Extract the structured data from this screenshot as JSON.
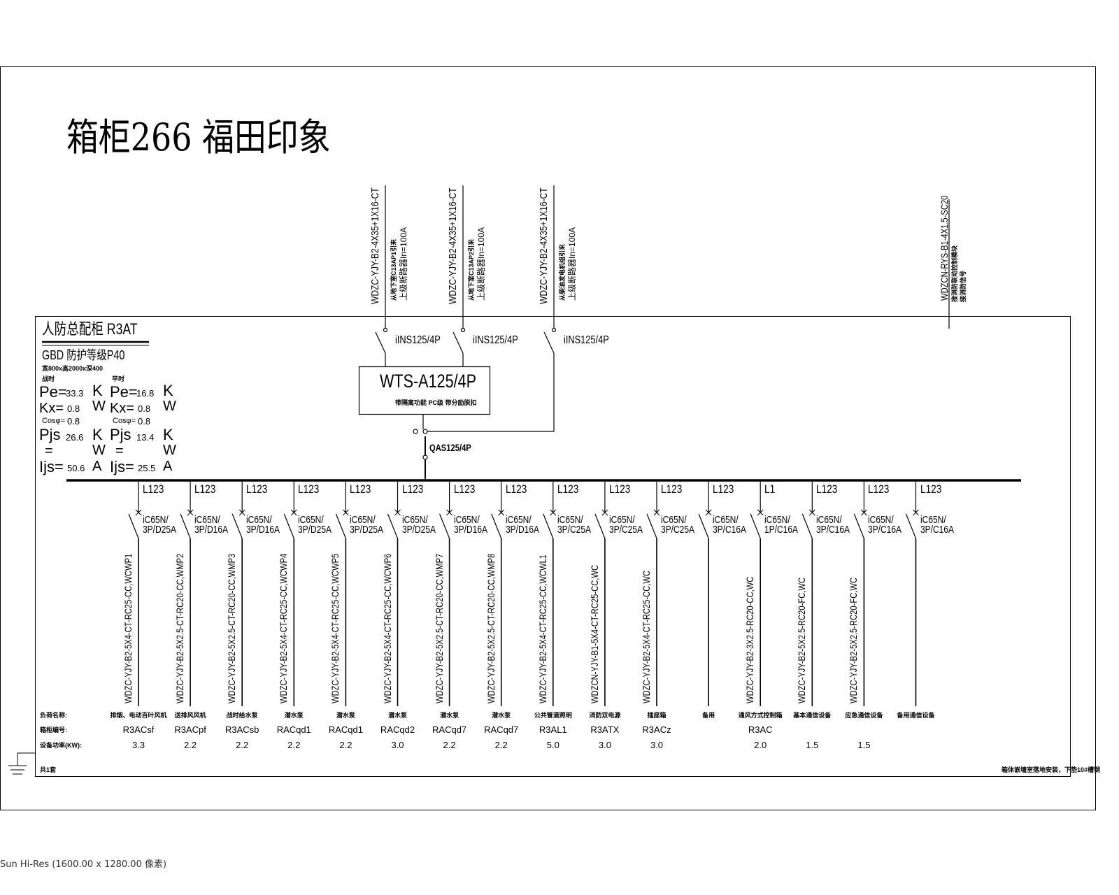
{
  "title": "箱柜266 福田印象",
  "footer": "Sun Hi-Res (1600.00 x 1280.00 像素)",
  "panel": {
    "name": "人防总配柜 R3AT",
    "protection": "GBD 防护等级P40",
    "size": "宽800x高2000x深400",
    "col1_head": "战时",
    "col2_head": "平时",
    "pe_label": "Pe=",
    "kx_label": "Kx=",
    "cos_label": "Cosφ=",
    "pjs_label": "Pjs",
    "eq": "=",
    "ijs_label": "Ijs=",
    "unit_k": "K",
    "unit_w": "W",
    "unit_a": "A",
    "wartime": {
      "pe": "33.3",
      "kx": "0.8",
      "cos": "0.8",
      "pjs": "26.6",
      "ijs": "50.6"
    },
    "peacetime": {
      "pe": "16.8",
      "kx": "0.8",
      "cos": "0.8",
      "pjs": "13.4",
      "ijs": "25.5"
    }
  },
  "incoming": [
    {
      "cable": "WDZC-YJY-B2-4X35+1X16-CT",
      "note1": "从地下室C13AP1引来",
      "note2": "上级断路器In=100A",
      "breaker": "iINS125/4P"
    },
    {
      "cable": "WDZC-YJY-B2-4X35+1X16-CT",
      "note1": "从地下室C13AP2引来",
      "note2": "上级断路器In=100A",
      "breaker": "iINS125/4P"
    },
    {
      "cable": "WDZC-YJY-B2-4X35+1X16-CT",
      "note1": "从柴油发电机组引来",
      "note2": "上级断路器In=100A",
      "breaker": "iINS125/4P"
    }
  ],
  "fire_signal": {
    "cable": "WDZCN-RYS-B1-4X1.5-SC20",
    "note1": "接消防联动控制模块",
    "note2": "接消防信号"
  },
  "ats": {
    "model": "WTS-A125/4P",
    "desc": "带隔离功能 PC级 带分励脱扣",
    "switch": "QAS125/4P"
  },
  "row_labels": {
    "load": "负荷名称:",
    "box": "箱柜编号:",
    "power": "设备功率(KW):"
  },
  "branches": [
    {
      "phase": "L123",
      "breaker": "iC65N/\n3P/D25A",
      "cable": "WDZC-YJY-B2-5X4-CT-RC25-CC,WCWP1",
      "load": "排烟、电动百叶风机",
      "box": "R3ACsf",
      "power": "3.3"
    },
    {
      "phase": "L123",
      "breaker": "iC65N/\n3P/D16A",
      "cable": "WDZC-YJY-B2-5X2.5-CT-RC20-CC,WMP2",
      "load": "送排风风机",
      "box": "R3ACpf",
      "power": "2.2"
    },
    {
      "phase": "L123",
      "breaker": "iC65N/\n3P/D16A",
      "cable": "WDZC-YJY-B2-5X2.5-CT-RC20-CC,WMP3",
      "load": "战时给水泵",
      "box": "R3ACsb",
      "power": "2.2"
    },
    {
      "phase": "L123",
      "breaker": "iC65N/\n3P/D25A",
      "cable": "WDZC-YJY-B2-5X4-CT-RC25-CC,WCWP4",
      "load": "潜水泵",
      "box": "RACqd1",
      "power": "2.2"
    },
    {
      "phase": "L123",
      "breaker": "iC65N/\n3P/D25A",
      "cable": "WDZC-YJY-B2-5X4-CT-RC25-CC,WCWP5",
      "load": "潜水泵",
      "box": "RACqd1",
      "power": "2.2"
    },
    {
      "phase": "L123",
      "breaker": "iC65N/\n3P/D25A",
      "cable": "WDZC-YJY-B2-5X4-CT-RC25-CC,WCWP6",
      "load": "潜水泵",
      "box": "RACqd2",
      "power": "3.0"
    },
    {
      "phase": "L123",
      "breaker": "iC65N/\n3P/D16A",
      "cable": "WDZC-YJY-B2-5X2.5-CT-RC20-CC,WMP7",
      "load": "潜水泵",
      "box": "RACqd7",
      "power": "2.2"
    },
    {
      "phase": "L123",
      "breaker": "iC65N/\n3P/D16A",
      "cable": "WDZC-YJY-B2-5X2.5-CT-RC20-CC,WMP8",
      "load": "潜水泵",
      "box": "RACqd7",
      "power": "2.2"
    },
    {
      "phase": "L123",
      "breaker": "iC65N/\n3P/C25A",
      "cable": "WDZC-YJY-B2-5X4-CT-RC25-CC,WCWL1",
      "load": "公共管道照明",
      "box": "R3AL1",
      "power": "5.0"
    },
    {
      "phase": "L123",
      "breaker": "iC65N/\n3P/C25A",
      "cable": "WDZCN-YJY-B1-5X4-CT-RC25-CC,WC",
      "load": "消防双电源",
      "box": "R3ATX",
      "power": "3.0"
    },
    {
      "phase": "L123",
      "breaker": "iC65N/\n3P/C25A",
      "cable": "WDZC-YJY-B2-5X4-CT-RC25-CC,WC",
      "load": "插座箱",
      "box": "R3ACz",
      "power": "3.0"
    },
    {
      "phase": "L123",
      "breaker": "iC65N/\n3P/C16A",
      "cable": "",
      "load": "备用",
      "box": "",
      "power": ""
    },
    {
      "phase": "L1",
      "breaker": "iC65N/\n1P/C16A",
      "cable": "WDZC-YJY-B2-3X2.5-RC20-CC,WC",
      "load": "通风方式控制箱",
      "box": "R3AC",
      "power": "2.0"
    },
    {
      "phase": "L123",
      "breaker": "iC65N/\n3P/C16A",
      "cable": "WDZC-YJY-B2-5X2.5-RC20-FC,WC",
      "load": "基本通信设备",
      "box": "",
      "power": "1.5"
    },
    {
      "phase": "L123",
      "breaker": "iC65N/\n3P/C16A",
      "cable": "WDZC-YJY-B2-5X2.5-RC20-FC,WC",
      "load": "应急通信设备",
      "box": "",
      "power": "1.5"
    },
    {
      "phase": "L123",
      "breaker": "iC65N/\n3P/C16A",
      "cable": "",
      "load": "备用通信设备",
      "box": "",
      "power": ""
    }
  ],
  "count_note": "共1套",
  "install_note": "箱体嵌墙室落地安装，下垫10#槽钢"
}
